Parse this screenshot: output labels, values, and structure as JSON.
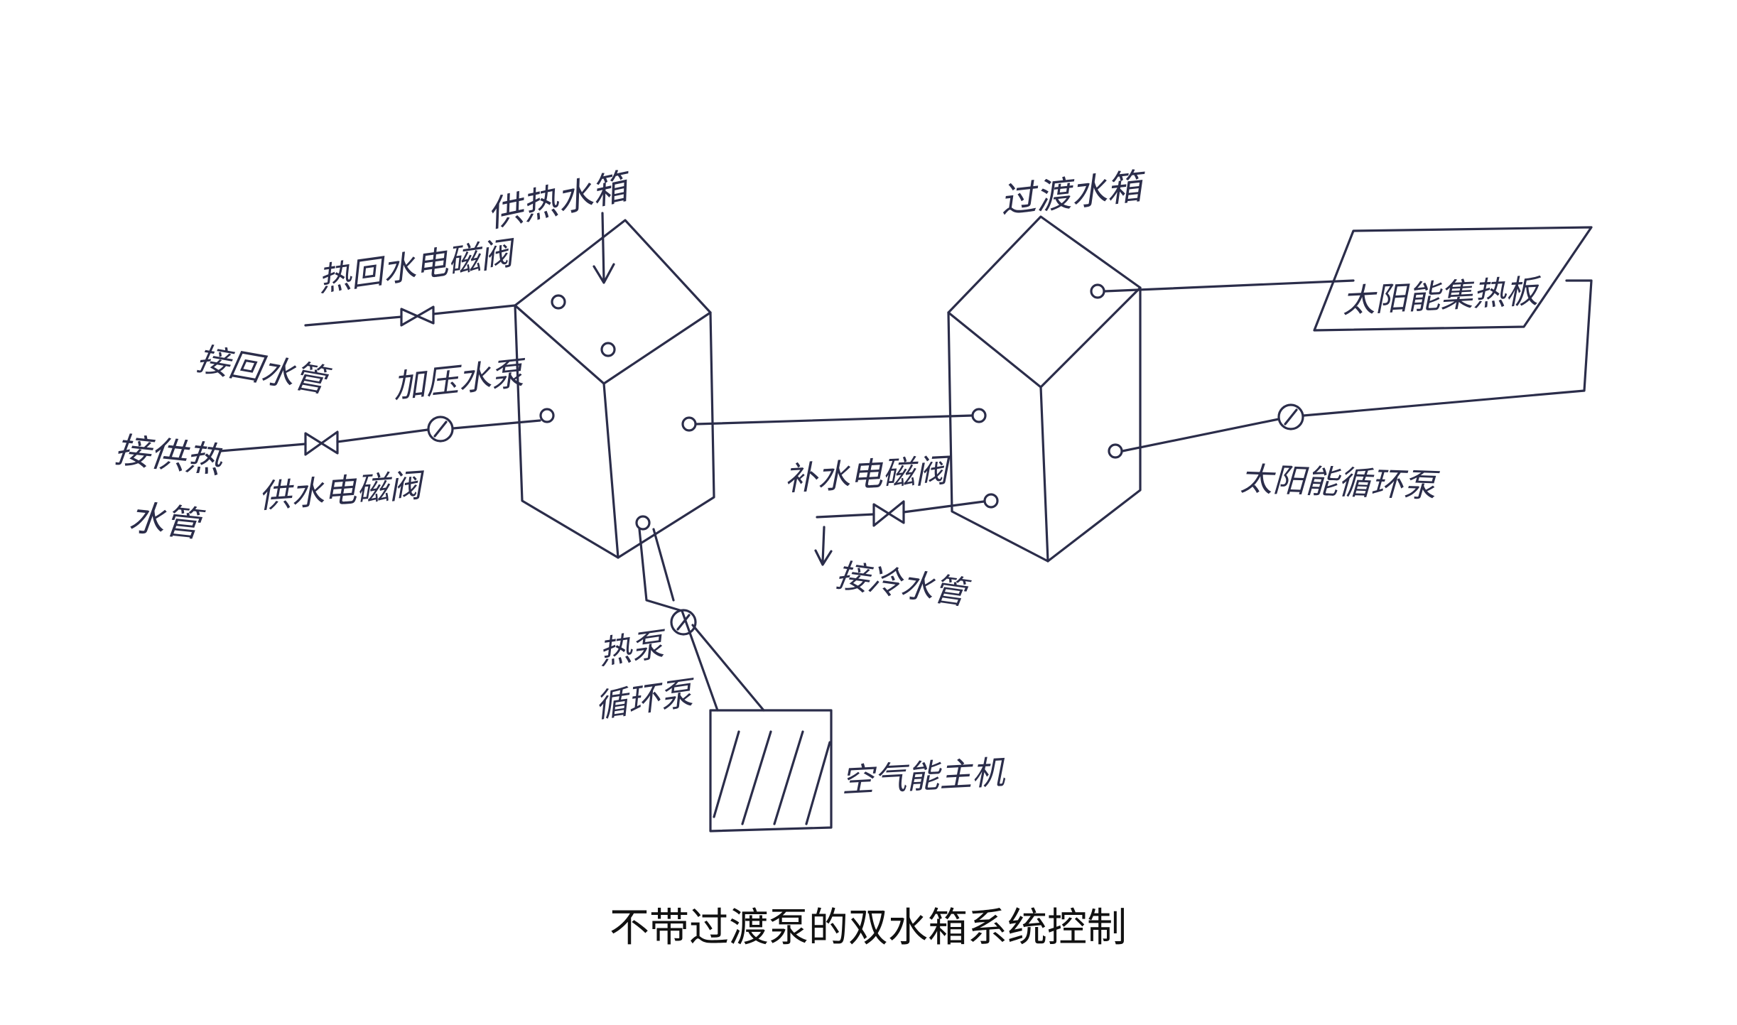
{
  "caption": "不带过渡泵的双水箱系统控制",
  "labels": {
    "supply_tank": "供热水箱",
    "transition_tank": "过渡水箱",
    "solar_panel": "太阳能集热板",
    "return_pipe": "接回水管",
    "return_valve": "热回水电磁阀",
    "booster_pump": "加压水泵",
    "hot_supply_pipe_a": "接供热",
    "hot_supply_pipe_b": "水管",
    "supply_valve": "供水电磁阀",
    "makeup_valve": "补水电磁阀",
    "cold_pipe": "接冷水管",
    "heat_pump_a": "热泵",
    "heat_pump_b": "循环泵",
    "heat_pump_unit": "空气能主机",
    "solar_pump": "太阳能循环泵"
  },
  "colors": {
    "ink": "#2b2d4a",
    "caption": "#111111"
  }
}
